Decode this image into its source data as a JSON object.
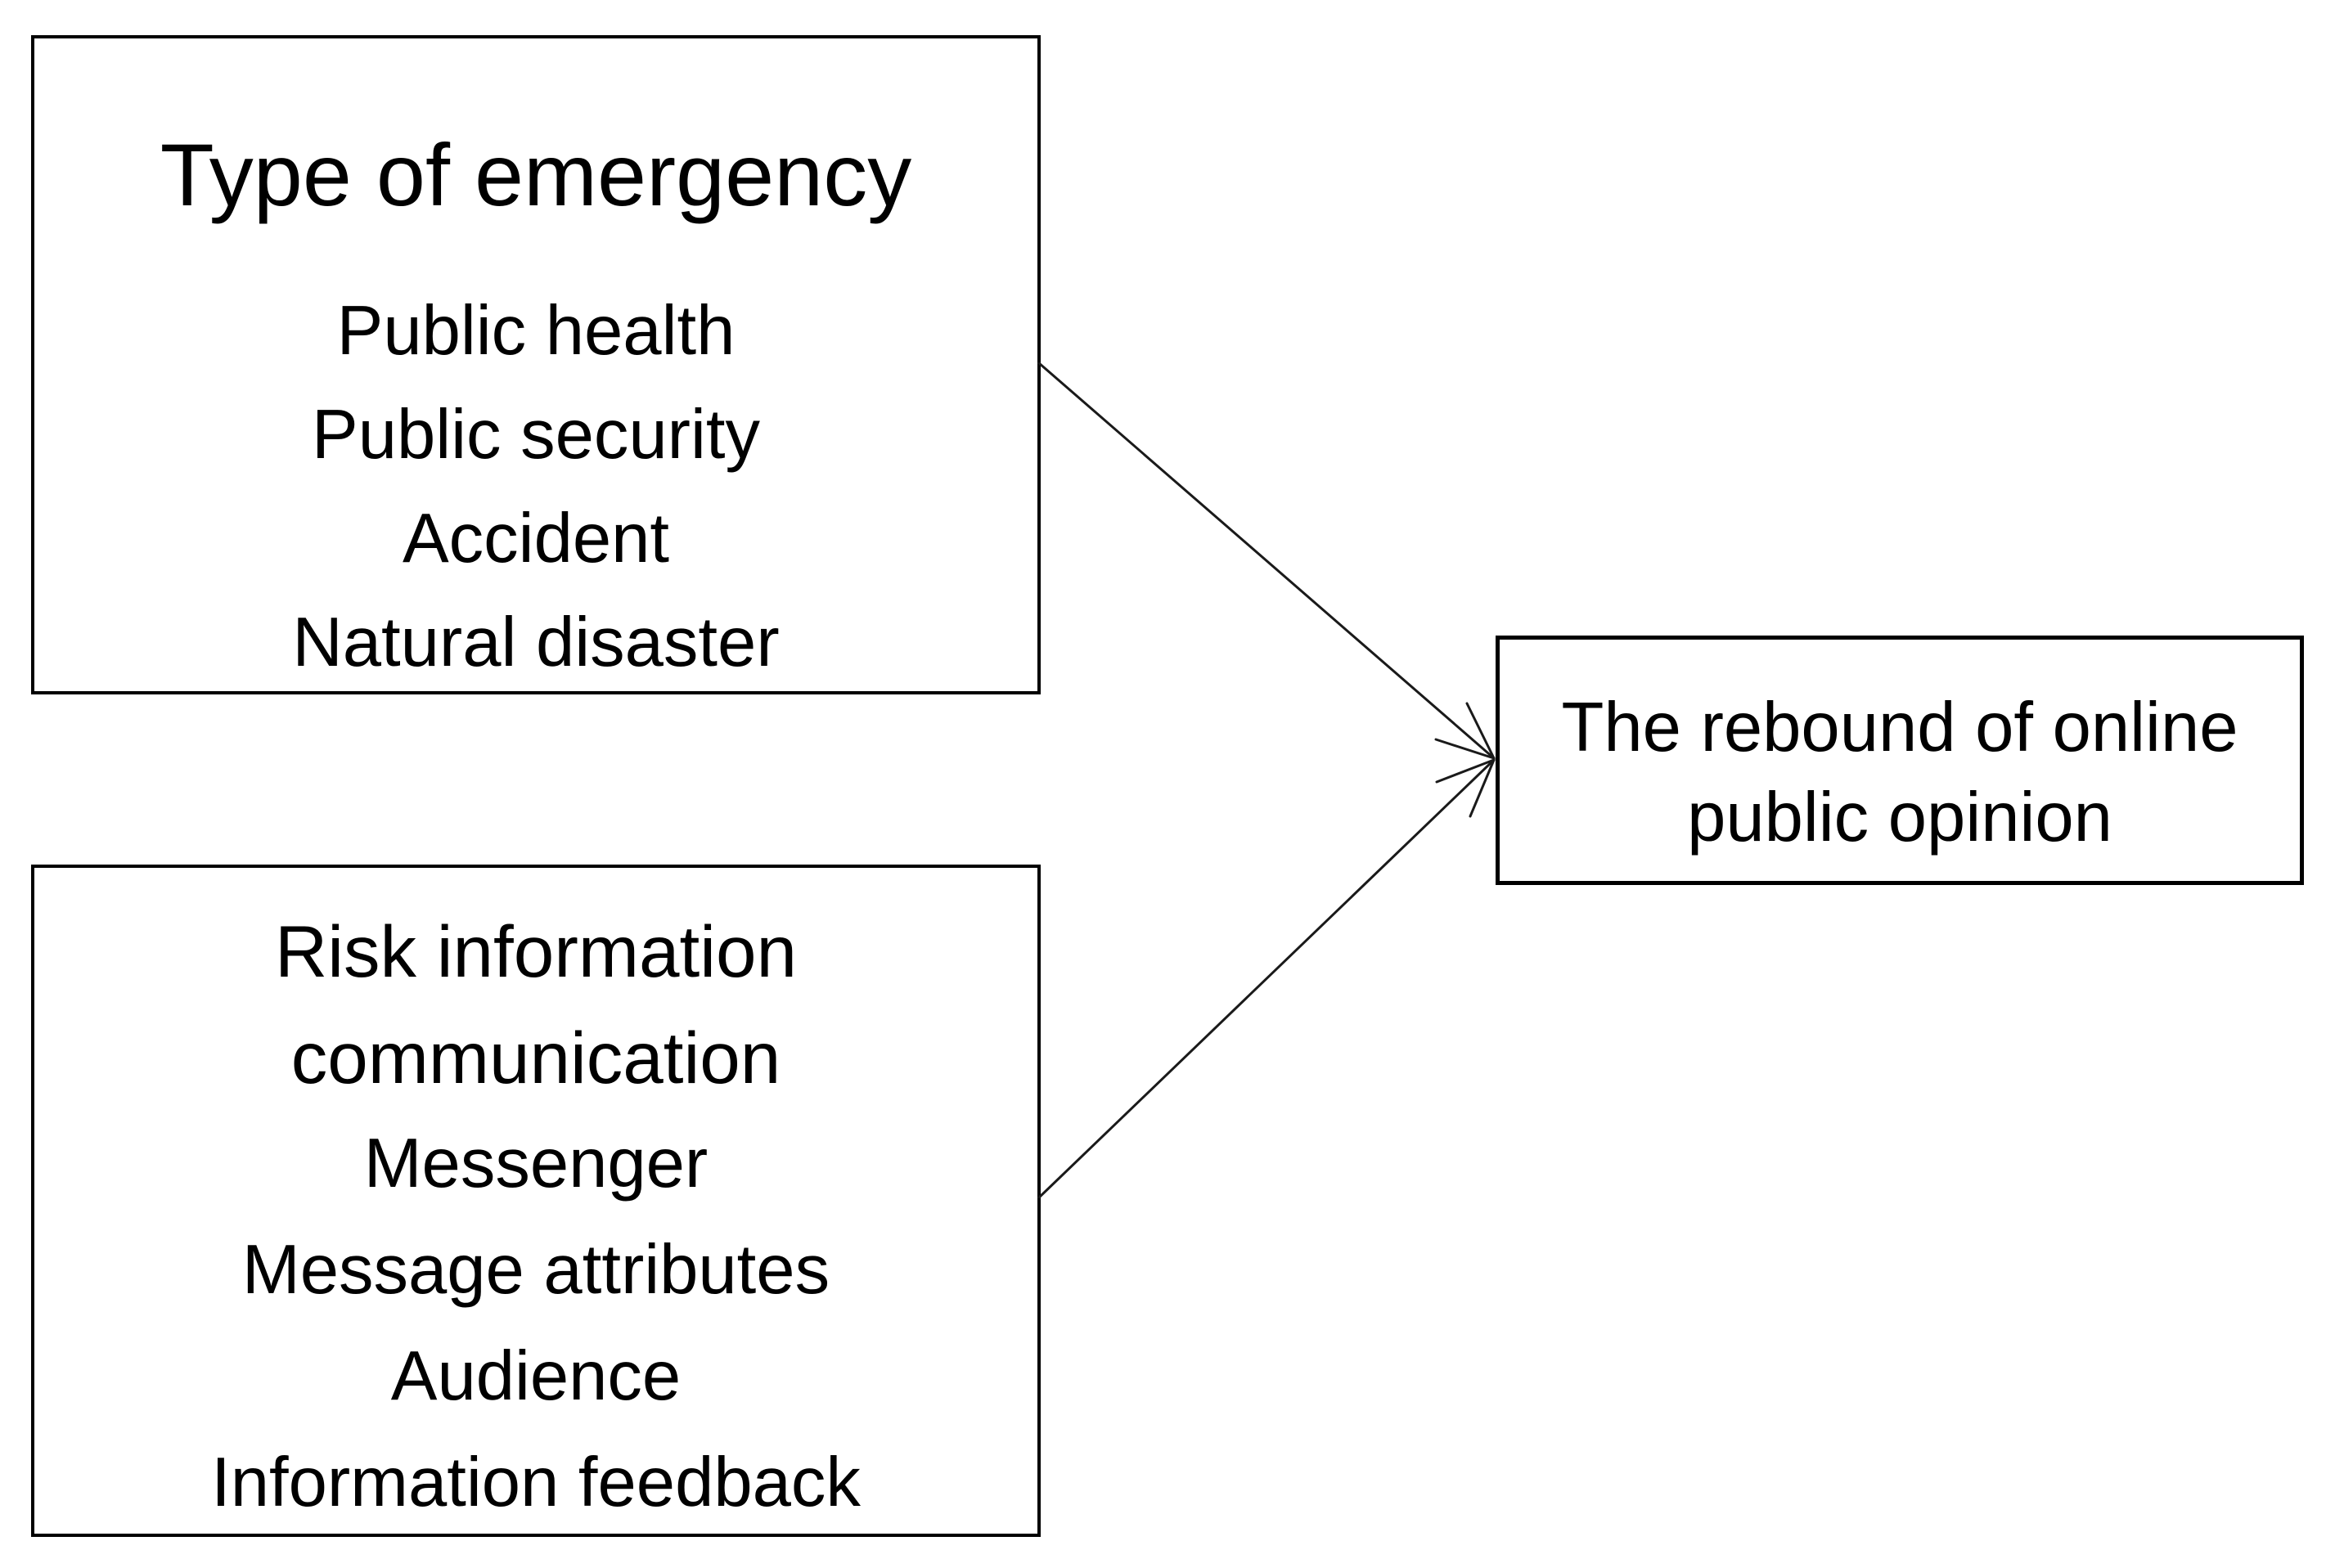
{
  "diagram": {
    "background_color": "#ffffff",
    "line_color": "#000000",
    "text_color": "#000000"
  },
  "boxes": {
    "emergency": {
      "title": "Type of emergency",
      "items": [
        "Public health",
        "Public security",
        "Accident",
        "Natural disaster"
      ]
    },
    "risk": {
      "title_lines": [
        "Risk information",
        "communication"
      ],
      "items": [
        "Messenger",
        "Message attributes",
        "Audience",
        "Information feedback"
      ]
    },
    "outcome": {
      "lines": [
        "The rebound of online",
        "public opinion"
      ]
    }
  },
  "arrows": [
    {
      "from": "emergency",
      "to": "outcome",
      "style": "open-arrowhead"
    },
    {
      "from": "risk",
      "to": "outcome",
      "style": "open-arrowhead"
    }
  ]
}
